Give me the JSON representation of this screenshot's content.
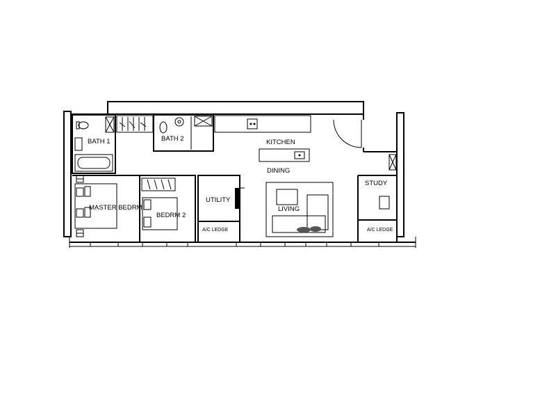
{
  "rooms": {
    "bath1": "BATH 1",
    "bath2": "BATH 2",
    "kitchen": "KITCHEN",
    "dining": "DINING",
    "study": "STUDY",
    "master": "MASTER BEDRM",
    "utility": "UTILITY",
    "living": "LIVING",
    "bedrm2": "BEDRM 2",
    "acledge_left": "A/C LEDGE",
    "acledge_right": "A/C LEDGE"
  }
}
